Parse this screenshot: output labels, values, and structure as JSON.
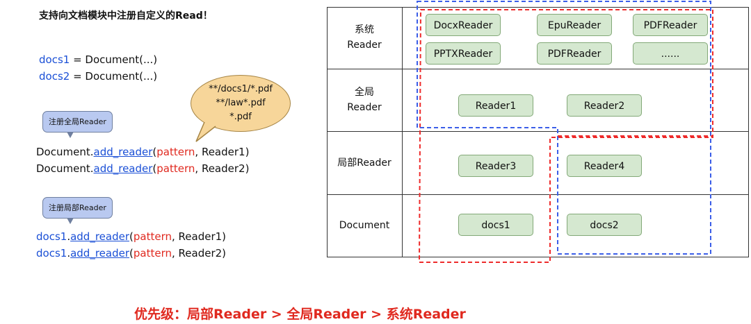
{
  "left": {
    "title": "支持向文档模块中注册自定义的Read！",
    "docs1_var": "docs1",
    "docs1_rest": " = Document(...)",
    "docs2_var": "docs2",
    "docs2_rest": " = Document(...)",
    "cloud_lines": [
      "**/docs1/*.pdf",
      "**/law*.pdf",
      "*.pdf"
    ],
    "bubble_global": "注册全局Reader",
    "bubble_local": "注册局部Reader",
    "global_lines": [
      {
        "obj": "Document",
        "dot": ".",
        "method": "add_reader",
        "open": "(",
        "arg": "pattern",
        "rest": ", Reader1)"
      },
      {
        "obj": "Document",
        "dot": ".",
        "method": "add_reader",
        "open": "(",
        "arg": "pattern",
        "rest": ", Reader2)"
      }
    ],
    "local_lines": [
      {
        "obj": "docs1",
        "dot": ".",
        "method": "add_reader",
        "open": "(",
        "arg": "pattern",
        "rest": ", Reader1)"
      },
      {
        "obj": "docs1",
        "dot": ".",
        "method": "add_reader",
        "open": "(",
        "arg": "pattern",
        "rest": ", Reader2)"
      }
    ]
  },
  "table": {
    "row_labels": [
      [
        "系统",
        "Reader"
      ],
      [
        "全局",
        "Reader"
      ],
      [
        "局部Reader"
      ],
      [
        "Document"
      ]
    ],
    "system_readers": [
      "DocxReader",
      "EpuReader",
      "PDFReader",
      "PPTXReader",
      "PDFReader",
      "......"
    ],
    "global_readers": [
      "Reader1",
      "Reader2"
    ],
    "local_readers": [
      "Reader3",
      "Reader4"
    ],
    "documents": [
      "docs1",
      "docs2"
    ]
  },
  "priority_text": "优先级：局部Reader > 全局Reader > 系统Reader",
  "colors": {
    "blue_code": "#1a4fd6",
    "red_code": "#e0291f",
    "chip_fill": "#d5e8d0",
    "chip_border": "#82a877",
    "bubble_fill": "#b9c9f0",
    "cloud_fill": "#f7d69a",
    "dashed_blue": "#3b5ee8",
    "dashed_red": "#ee2b2b"
  }
}
